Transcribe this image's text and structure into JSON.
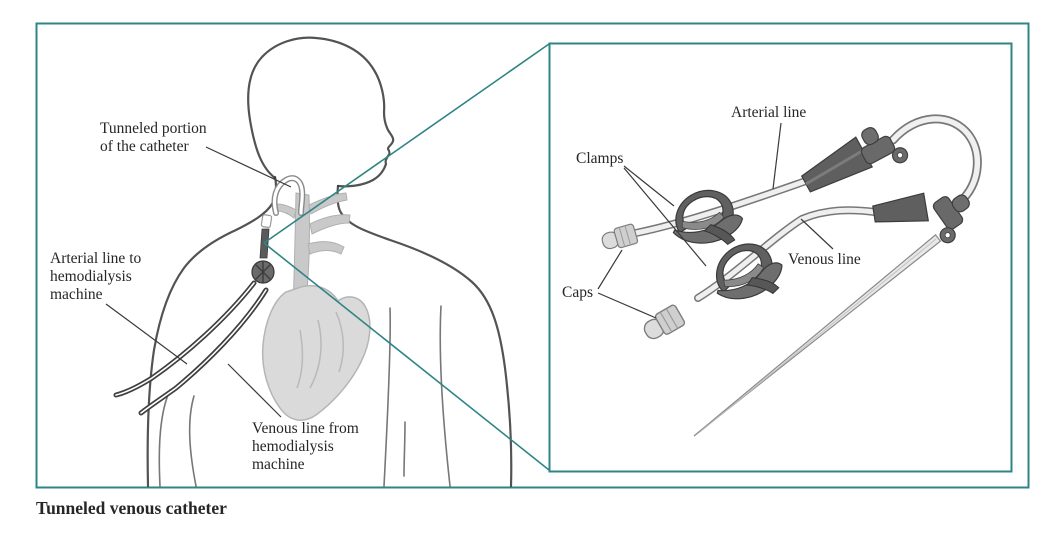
{
  "figure": {
    "caption": "Tunneled venous catheter",
    "colors": {
      "frame_teal": "#2e8486",
      "caption_teal": "#1e7b7d",
      "label_ink": "#262626"
    }
  },
  "body_panel": {
    "labels": {
      "tunneled_portion": {
        "line1": "Tunneled portion",
        "line2": "of the catheter"
      },
      "arterial_to_machine": {
        "line1": "Arterial line to",
        "line2": "hemodialysis",
        "line3": "machine"
      },
      "venous_from_machine": {
        "line1": "Venous line from",
        "line2": "hemodialysis",
        "line3": "machine"
      }
    }
  },
  "inset_panel": {
    "labels": {
      "arterial_line": "Arterial line",
      "clamps": "Clamps",
      "venous_line": "Venous line",
      "caps": "Caps"
    }
  }
}
